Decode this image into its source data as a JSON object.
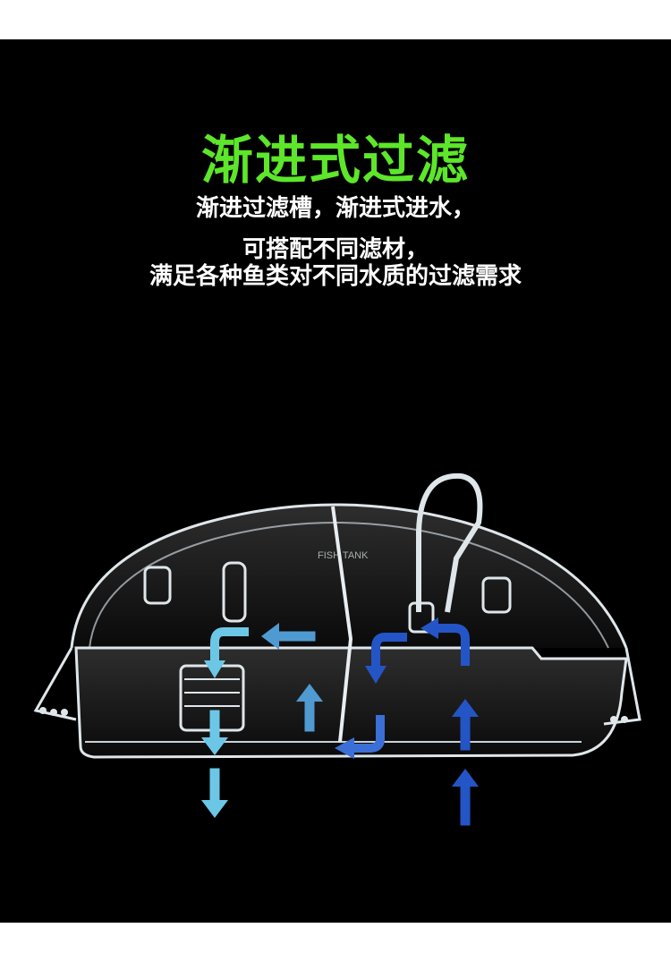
{
  "headline": {
    "text": "渐进式过滤",
    "color": "#5de62a"
  },
  "subtitle": {
    "lines": [
      "渐进过滤槽，渐进式进水，",
      "可搭配不同滤材，",
      "满足各种鱼类对不同水质的过滤需求"
    ],
    "color": "#ffffff"
  },
  "product": {
    "description_icon": "filter-box-icon",
    "product_label": "FISH TANK",
    "colors": {
      "background": "#000000",
      "acrylic_edge": "#dfe6ea",
      "arrow_light": "#6cc7e6",
      "arrow_mid": "#4f9ad1",
      "arrow_dark": "#2455c7"
    }
  }
}
